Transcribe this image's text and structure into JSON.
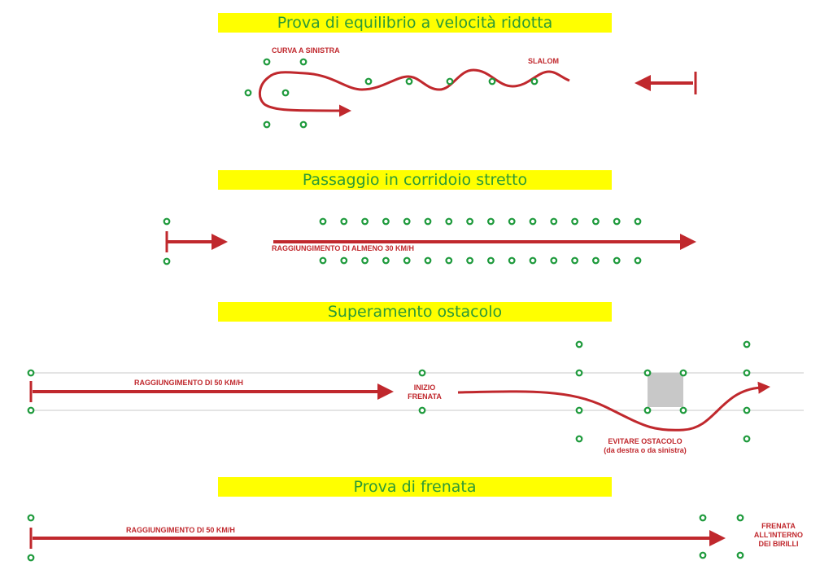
{
  "colors": {
    "arrow": "#c0282d",
    "cone": "#1e9a3c",
    "banner_bg": "#ffff00",
    "banner_text": "#2d9a36",
    "obstacle": "#c8c8c8",
    "lane_line": "#c8c8c8"
  },
  "sections": [
    {
      "title": "Prova di equilibrio a velocità ridotta",
      "labels": {
        "curve": "CURVA A SINISTRA",
        "slalom": "SLALOM"
      }
    },
    {
      "title": "Passaggio in corridoio stretto",
      "labels": {
        "speed": "RAGGIUNGIMENTO DI ALMENO 30 KM/H"
      }
    },
    {
      "title": "Superamento ostacolo",
      "labels": {
        "speed": "RAGGIUNGIMENTO DI 50 KM/H",
        "brake_line1": "INIZIO",
        "brake_line2": "FRENATA",
        "avoid_line1": "EVITARE OSTACOLO",
        "avoid_line2": "(da destra o da sinistra)"
      }
    },
    {
      "title": "Prova di frenata",
      "labels": {
        "speed": "RAGGIUNGIMENTO DI 50 KM/H",
        "stop_line1": "FRENATA",
        "stop_line2": "ALL'INTERNO",
        "stop_line3": "DEI BIRILLI"
      }
    }
  ]
}
